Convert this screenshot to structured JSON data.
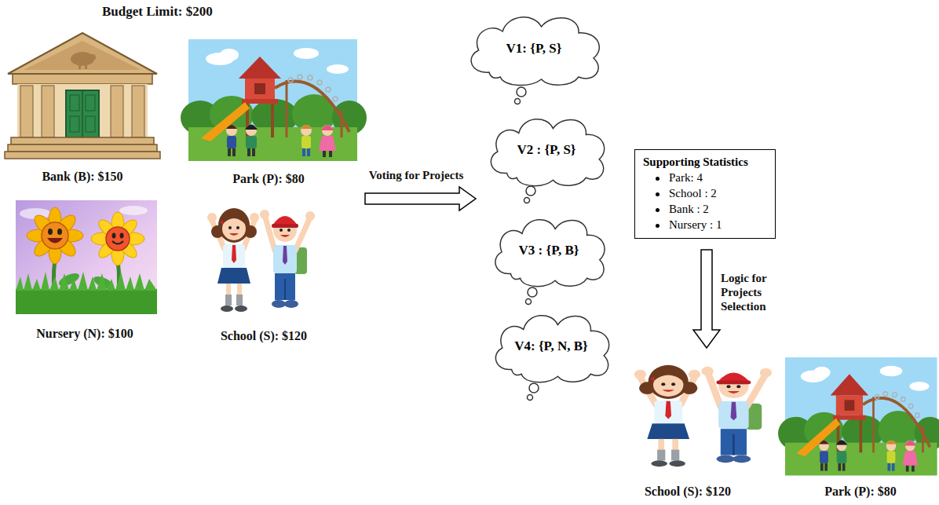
{
  "diagram": {
    "title": "Budget Limit: $200",
    "nodes": [
      {
        "text": [
          "V1: {P, S}"
        ]
      },
      {
        "text": [
          "V2 : {P, S}"
        ]
      },
      {
        "text": [
          "V3 : {P, B}"
        ]
      },
      {
        "text": [
          "V4: {P, N, B}"
        ]
      },
      {
        "text": [
          "Supporting Statistics",
          "Park: 4",
          "School : 2",
          "Bank : 2",
          "Nursery : 1"
        ]
      }
    ],
    "labels": [
      "Bank (B): $150",
      "Park (P): $80",
      "Voting for Projects",
      "Nursery (N): $100",
      "School (S): $120",
      "Logic for Projects Selection",
      "School (S): $120",
      "Park (P): $80"
    ]
  }
}
